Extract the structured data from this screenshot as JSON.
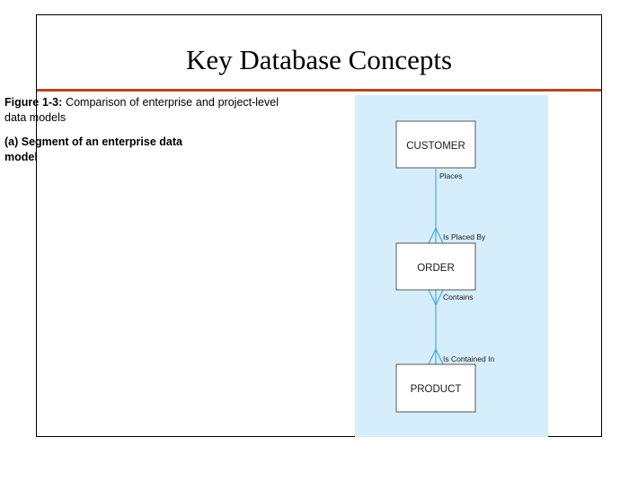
{
  "slide": {
    "title": "Key Database Concepts"
  },
  "caption": {
    "figure_label": "Figure 1-3:",
    "figure_text": " Comparison of enterprise and project-level data models",
    "subtitle": "(a) Segment of an enterprise data model"
  },
  "diagram": {
    "entities": {
      "customer": "CUSTOMER",
      "order": "ORDER",
      "product": "PRODUCT"
    },
    "relationships": {
      "places": "Places",
      "is_placed_by": "Is Placed By",
      "contains": "Contains",
      "is_contained_in": "Is Contained In"
    },
    "colors": {
      "panel_background": "#d6eefb",
      "connector_line": "#4aa8e0",
      "title_rule": "#b5471e"
    }
  }
}
